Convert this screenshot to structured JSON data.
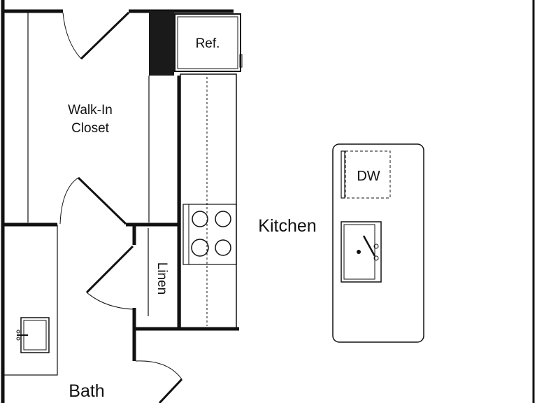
{
  "colors": {
    "background": "#ffffff",
    "wall": "#111111",
    "dark_fill": "#1a1a1a"
  },
  "rooms": {
    "walk_in_closet": {
      "line1": "Walk-In",
      "line2": "Closet"
    },
    "kitchen": "Kitchen",
    "bath": "Bath",
    "linen": "Linen"
  },
  "fixtures": {
    "refrigerator": "Ref.",
    "dishwasher": "DW"
  }
}
